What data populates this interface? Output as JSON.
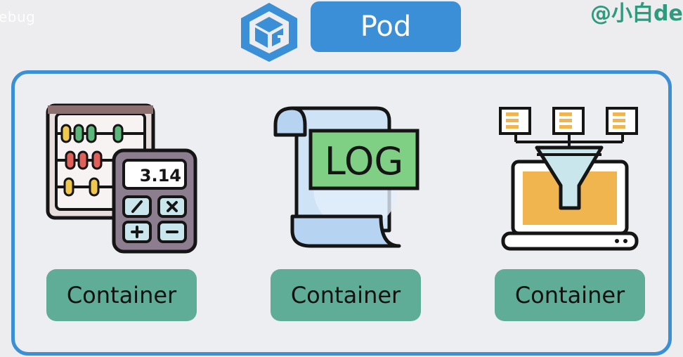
{
  "watermark": {
    "left": "ebug",
    "right": "@小白de"
  },
  "pod": {
    "title": "Pod"
  },
  "containers": [
    {
      "label": "Container",
      "icon": "calculator-abacus-icon"
    },
    {
      "label": "Container",
      "icon": "log-scroll-icon",
      "icon_text": "LOG"
    },
    {
      "label": "Container",
      "icon": "data-funnel-laptop-icon"
    }
  ],
  "calculator_display": "3.14",
  "colors": {
    "pod_blue": "#3a8fd6",
    "container_green": "#5fac97",
    "watermark_green": "#2e9a7e",
    "background": "#ededf0"
  }
}
